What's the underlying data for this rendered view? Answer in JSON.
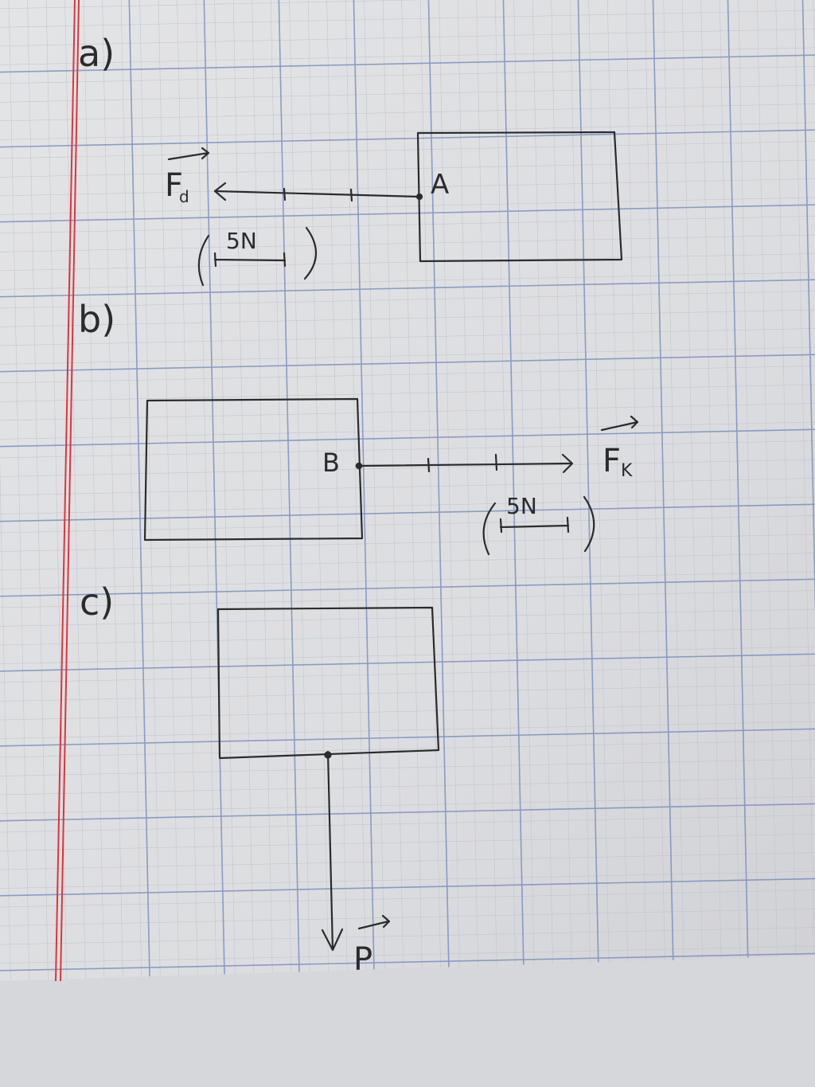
{
  "parts": {
    "a": "a)",
    "b": "b)",
    "c": "c)"
  },
  "diagram_a": {
    "point_label": "A",
    "force_label": "F",
    "force_subscript": "d",
    "scale_label": "5N"
  },
  "diagram_b": {
    "point_label": "B",
    "force_label": "F",
    "force_subscript": "K",
    "scale_label": "5N"
  },
  "diagram_c": {
    "force_label": "P"
  },
  "colors": {
    "paper": "#dedfe1",
    "minor_grid": "#b9bec8",
    "major_grid": "#6f86b8",
    "margin_red": "#e0343c",
    "pencil": "#2b2b2b"
  }
}
